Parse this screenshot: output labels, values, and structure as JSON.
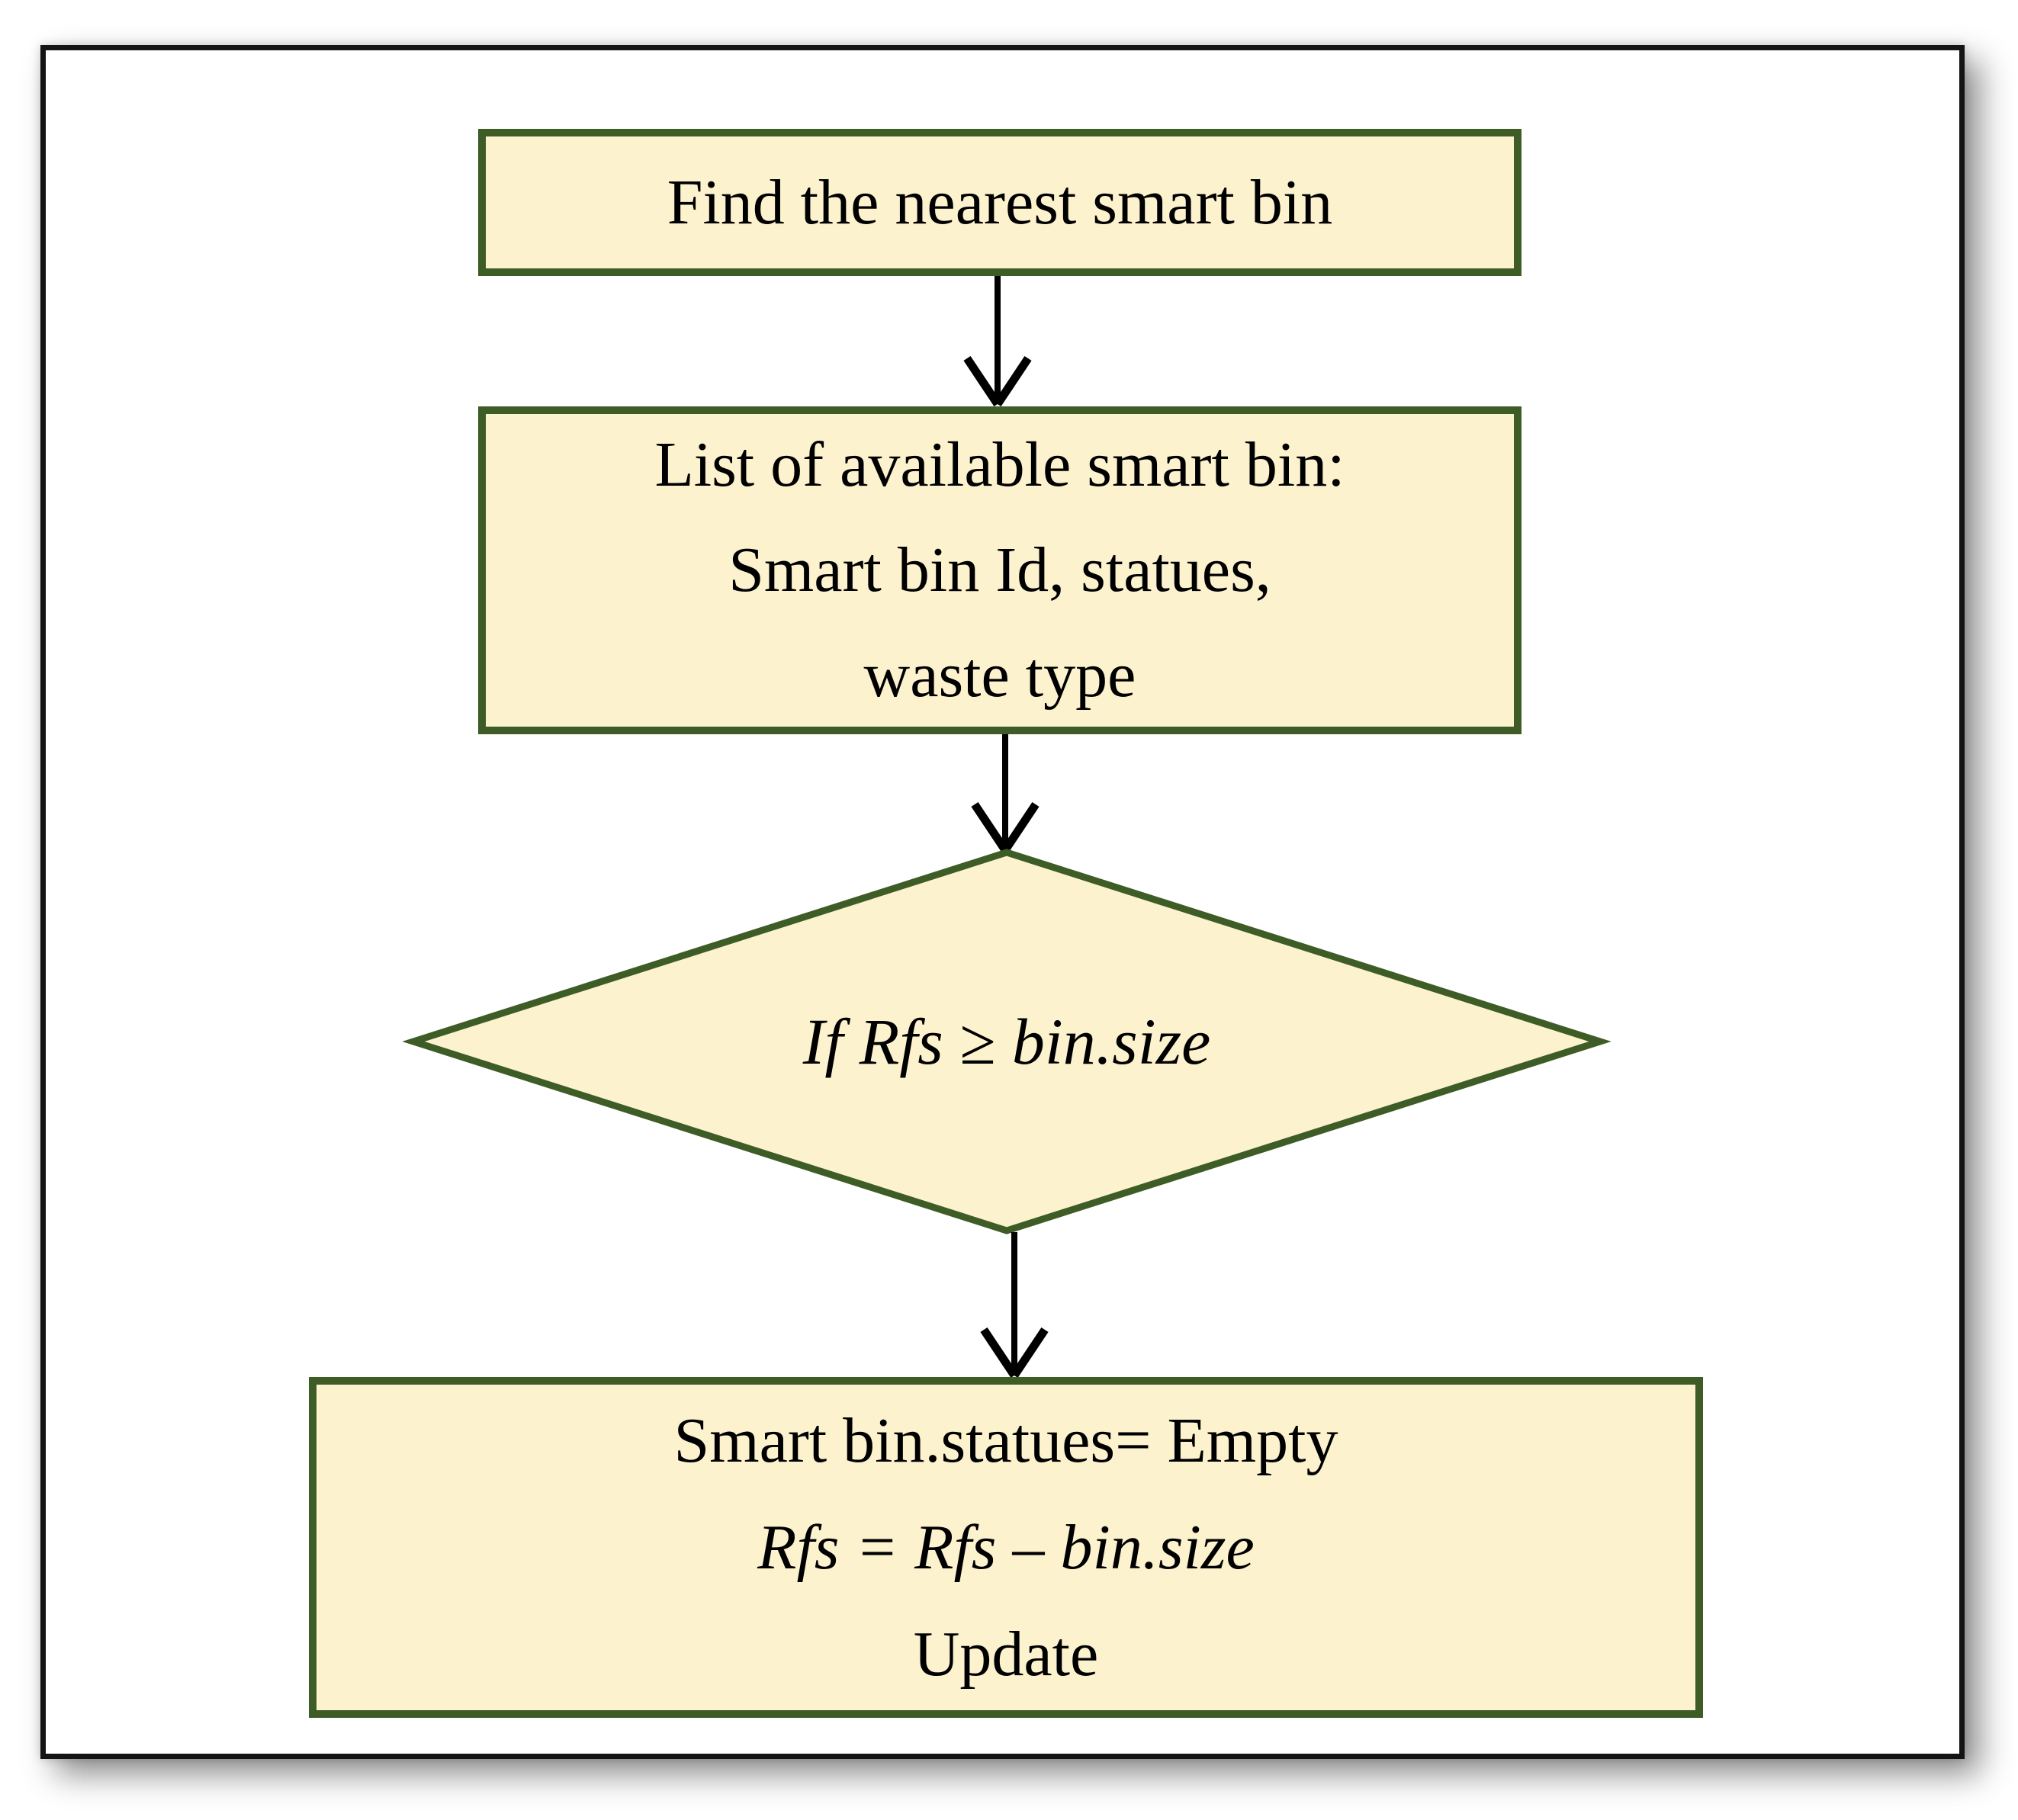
{
  "figure": {
    "background": "#ffffff",
    "frame_border_color": "#141414",
    "node_fill_color": "#fcf2ce",
    "node_border_color": "#3e5c26",
    "arrow_color": "#000000",
    "text_color": "#000000"
  },
  "flowchart": {
    "nodes": [
      {
        "id": "find-nearest-bin",
        "type": "process",
        "label": "Find the nearest smart bin"
      },
      {
        "id": "list-available-bins",
        "type": "process",
        "lines": [
          "List of available smart bin:",
          "Smart bin Id, statues,",
          "waste type"
        ]
      },
      {
        "id": "capacity-check",
        "type": "decision",
        "label": "If Rfs ≥ bin.size"
      },
      {
        "id": "empty-bin-update",
        "type": "process",
        "lines": [
          "Smart bin.statues= Empty",
          "Rfs = Rfs – bin.size",
          "Update"
        ]
      }
    ],
    "edges": [
      {
        "from": "find-nearest-bin",
        "to": "list-available-bins"
      },
      {
        "from": "list-available-bins",
        "to": "capacity-check"
      },
      {
        "from": "capacity-check",
        "to": "empty-bin-update"
      }
    ]
  }
}
